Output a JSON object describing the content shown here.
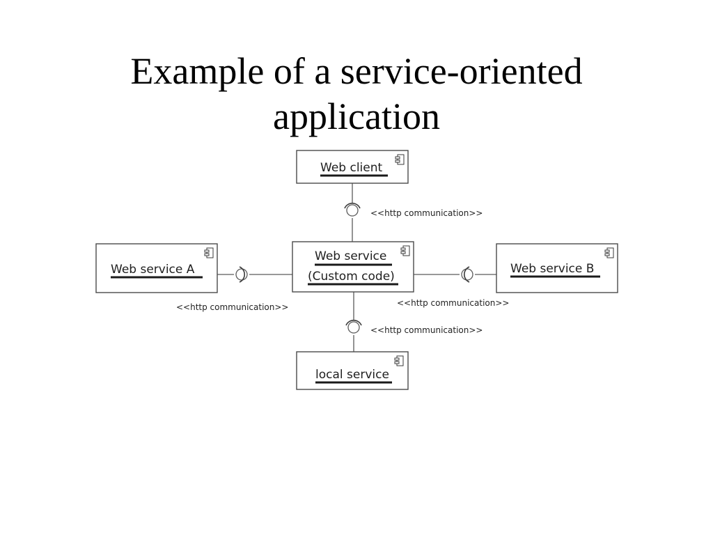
{
  "title": {
    "line1": "Example of a service-oriented",
    "line2": "application"
  },
  "components": {
    "web_client": {
      "label": "Web client"
    },
    "web_service": {
      "line1": "Web service",
      "line2": "(Custom code)"
    },
    "web_service_a": {
      "label": "Web service A"
    },
    "web_service_b": {
      "label": "Web service B"
    },
    "local_service": {
      "label": "local service"
    }
  },
  "connectors": {
    "top": {
      "stereotype": "<<http communication>>"
    },
    "left": {
      "stereotype": "<<http communication>>"
    },
    "right": {
      "stereotype": "<<http communication>>"
    },
    "bottom": {
      "stereotype": "<<http communication>>"
    }
  },
  "icons": {
    "component": "uml-component-icon",
    "interface": "provided-interface-lollipop-icon",
    "socket": "required-interface-socket-icon"
  },
  "colors": {
    "background": "#ffffff",
    "line": "#5a5a5a",
    "text": "#1e1e1e"
  }
}
